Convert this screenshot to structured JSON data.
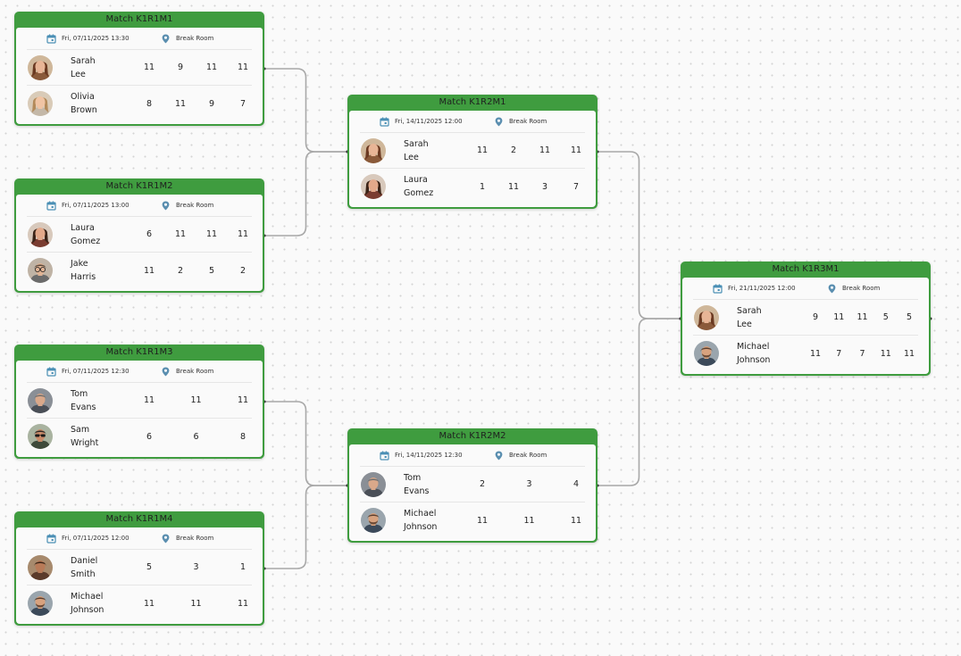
{
  "bracket": {
    "rounds": [
      {
        "matches": [
          {
            "title": "Match K1R1M1",
            "date": "Fri, 07/11/2025 13:30",
            "location": "Break Room",
            "players": [
              {
                "name": "Sarah Lee",
                "avatar": "woman-curly",
                "scores": [
                  "11",
                  "9",
                  "11",
                  "11"
                ]
              },
              {
                "name": "Olivia Brown",
                "avatar": "woman-long",
                "scores": [
                  "8",
                  "11",
                  "9",
                  "7"
                ]
              }
            ]
          },
          {
            "title": "Match K1R1M2",
            "date": "Fri, 07/11/2025 13:00",
            "location": "Break Room",
            "players": [
              {
                "name": "Laura Gomez",
                "avatar": "woman-dark",
                "scores": [
                  "6",
                  "11",
                  "11",
                  "11"
                ]
              },
              {
                "name": "Jake Harris",
                "avatar": "man-glasses",
                "scores": [
                  "11",
                  "2",
                  "5",
                  "2"
                ]
              }
            ]
          },
          {
            "title": "Match K1R1M3",
            "date": "Fri, 07/11/2025 12:30",
            "location": "Break Room",
            "players": [
              {
                "name": "Tom Evans",
                "avatar": "man-grey",
                "scores": [
                  "11",
                  "11",
                  "11"
                ]
              },
              {
                "name": "Sam Wright",
                "avatar": "man-sunglasses",
                "scores": [
                  "6",
                  "6",
                  "8"
                ]
              }
            ]
          },
          {
            "title": "Match K1R1M4",
            "date": "Fri, 07/11/2025 12:00",
            "location": "Break Room",
            "players": [
              {
                "name": "Daniel Smith",
                "avatar": "man-brown",
                "scores": [
                  "5",
                  "3",
                  "1"
                ]
              },
              {
                "name": "Michael Johnson",
                "avatar": "man-beard",
                "scores": [
                  "11",
                  "11",
                  "11"
                ]
              }
            ]
          }
        ]
      },
      {
        "matches": [
          {
            "title": "Match K1R2M1",
            "date": "Fri, 14/11/2025 12:00",
            "location": "Break Room",
            "players": [
              {
                "name": "Sarah Lee",
                "avatar": "woman-curly",
                "scores": [
                  "11",
                  "2",
                  "11",
                  "11"
                ]
              },
              {
                "name": "Laura Gomez",
                "avatar": "woman-dark",
                "scores": [
                  "1",
                  "11",
                  "3",
                  "7"
                ]
              }
            ]
          },
          {
            "title": "Match K1R2M2",
            "date": "Fri, 14/11/2025 12:30",
            "location": "Break Room",
            "players": [
              {
                "name": "Tom Evans",
                "avatar": "man-grey",
                "scores": [
                  "2",
                  "3",
                  "4"
                ]
              },
              {
                "name": "Michael Johnson",
                "avatar": "man-beard",
                "scores": [
                  "11",
                  "11",
                  "11"
                ]
              }
            ]
          }
        ]
      },
      {
        "matches": [
          {
            "title": "Match K1R3M1",
            "date": "Fri, 21/11/2025 12:00",
            "location": "Break Room",
            "players": [
              {
                "name": "Sarah Lee",
                "avatar": "woman-curly",
                "scores": [
                  "9",
                  "11",
                  "11",
                  "5",
                  "5"
                ]
              },
              {
                "name": "Michael Johnson",
                "avatar": "man-beard",
                "scores": [
                  "11",
                  "7",
                  "7",
                  "11",
                  "11"
                ]
              }
            ]
          }
        ]
      }
    ]
  },
  "icons": {
    "date": "calendar-icon",
    "location": "map-pin-icon"
  },
  "colors": {
    "header": "#3f9c3f",
    "connector": "#a8a8a8",
    "calendar": "#4a8fb5",
    "pin": "#5b8fb0"
  }
}
